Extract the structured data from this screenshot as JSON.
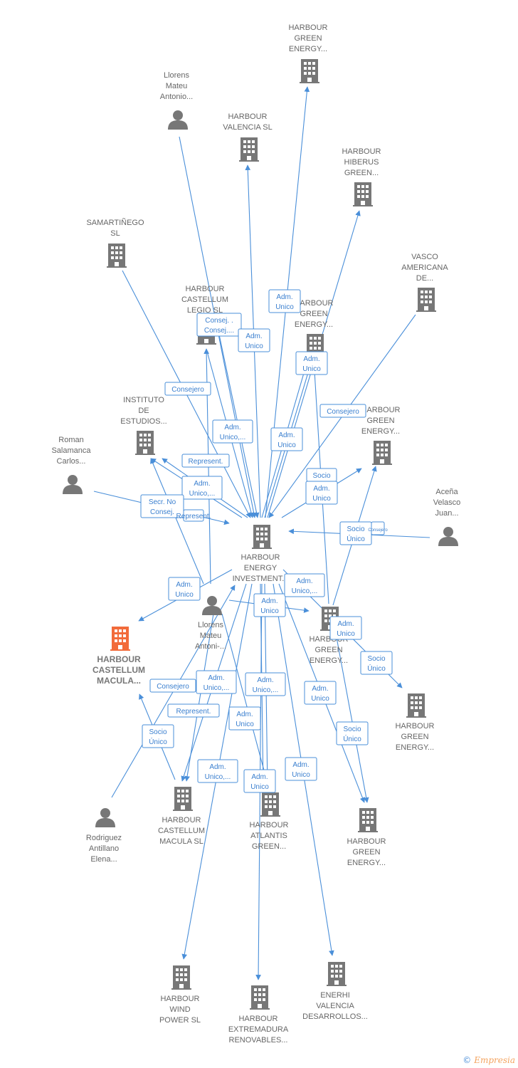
{
  "nodes": [
    {
      "id": "center",
      "type": "company",
      "lines": [
        "HARBOUR",
        "ENERGY",
        "INVESTMENT..."
      ]
    },
    {
      "id": "hge_top",
      "type": "company",
      "lines": [
        "HARBOUR",
        "GREEN",
        "ENERGY..."
      ]
    },
    {
      "id": "llorens_top",
      "type": "person",
      "lines": [
        "Llorens",
        "Mateu",
        "Antonio..."
      ]
    },
    {
      "id": "valencia",
      "type": "company",
      "lines": [
        "HARBOUR",
        "VALENCIA  SL"
      ]
    },
    {
      "id": "hiberus",
      "type": "company",
      "lines": [
        "HARBOUR",
        "HIBERUS",
        "GREEN..."
      ]
    },
    {
      "id": "samartinego",
      "type": "company",
      "lines": [
        "SAMARTIÑEGO",
        "SL"
      ]
    },
    {
      "id": "vasco",
      "type": "company",
      "lines": [
        "VASCO",
        "AMERICANA",
        "DE..."
      ]
    },
    {
      "id": "legio",
      "type": "company",
      "lines": [
        "HARBOUR",
        "CASTELLUM",
        "LEGIO  SL"
      ]
    },
    {
      "id": "hge_mid",
      "type": "company",
      "lines": [
        "HARBOUR",
        "GREEN",
        "ENERGY..."
      ]
    },
    {
      "id": "instituto",
      "type": "company",
      "lines": [
        "INSTITUTO",
        "DE",
        "ESTUDIOS..."
      ]
    },
    {
      "id": "roman",
      "type": "person",
      "lines": [
        "Roman",
        "Salamanca",
        "Carlos..."
      ]
    },
    {
      "id": "hge_right",
      "type": "company",
      "lines": [
        "HARBOUR",
        "GREEN",
        "ENERGY..."
      ]
    },
    {
      "id": "acena",
      "type": "person",
      "lines": [
        "Aceña",
        "Velasco",
        "Juan..."
      ]
    },
    {
      "id": "castellum_macula_focus",
      "type": "focus",
      "lines": [
        "HARBOUR",
        "CASTELLUM",
        "MACULA..."
      ]
    },
    {
      "id": "llorens_bottom",
      "type": "person",
      "lines": [
        "Llorens",
        "Mateu",
        "Antoni-..."
      ]
    },
    {
      "id": "hge_center_right",
      "type": "company",
      "lines": [
        "HARBOUR",
        "GREEN",
        "ENERGY..."
      ]
    },
    {
      "id": "hge_far_right",
      "type": "company",
      "lines": [
        "HARBOUR",
        "GREEN",
        "ENERGY..."
      ]
    },
    {
      "id": "rodriguez",
      "type": "person",
      "lines": [
        "Rodriguez",
        "Antillano",
        "Elena..."
      ]
    },
    {
      "id": "castellum_macula",
      "type": "company",
      "lines": [
        "HARBOUR",
        "CASTELLUM",
        "MACULA  SL"
      ]
    },
    {
      "id": "atlantis",
      "type": "company",
      "lines": [
        "HARBOUR",
        "ATLANTIS",
        "GREEN..."
      ]
    },
    {
      "id": "hge_bottom_right",
      "type": "company",
      "lines": [
        "HARBOUR",
        "GREEN",
        "ENERGY..."
      ]
    },
    {
      "id": "wind",
      "type": "company",
      "lines": [
        "HARBOUR",
        "WIND",
        "POWER  SL"
      ]
    },
    {
      "id": "extremadura",
      "type": "company",
      "lines": [
        "HARBOUR",
        "EXTREMADURA",
        "RENOVABLES..."
      ]
    },
    {
      "id": "enerhi",
      "type": "company",
      "lines": [
        "ENERHI",
        "VALENCIA",
        "DESARROLLOS..."
      ]
    }
  ],
  "edge_labels": [
    [
      "Adm.",
      "Unico"
    ],
    [
      "Consej. .",
      "Consej...."
    ],
    [
      "Adm.",
      "Unico"
    ],
    [
      "Adm.",
      "Unico"
    ],
    [
      "Consejero"
    ],
    [
      "Consejero"
    ],
    [
      "Adm.",
      "Unico,..."
    ],
    [
      "Adm.",
      "Unico"
    ],
    [
      "Represent."
    ],
    [
      "Adm.",
      "Unico,..."
    ],
    [
      "Socio"
    ],
    [
      "Adm.",
      "Unico"
    ],
    [
      "Secr.  No",
      "Consej."
    ],
    [
      "Represent."
    ],
    [
      "Socio",
      "Único"
    ],
    [
      "Consejero"
    ],
    [
      "Adm.",
      "Unico"
    ],
    [
      "Adm.",
      "Unico"
    ],
    [
      "Adm.",
      "Unico,..."
    ],
    [
      "Adm.",
      "Unico"
    ],
    [
      "Socio",
      "Único"
    ],
    [
      "Consejero"
    ],
    [
      "Adm.",
      "Unico,..."
    ],
    [
      "Adm.",
      "Unico,..."
    ],
    [
      "Represent."
    ],
    [
      "Adm.",
      "Unico"
    ],
    [
      "Socio",
      "Único"
    ],
    [
      "Adm.",
      "Unico"
    ],
    [
      "Socio",
      "Único"
    ],
    [
      "Adm.",
      "Unico,..."
    ],
    [
      "Adm.",
      "Unico"
    ],
    [
      "Adm.",
      "Unico"
    ]
  ],
  "colors": {
    "edge": "#4a8fd9",
    "node": "#777777",
    "focus": "#f26b3a"
  },
  "footer": {
    "copyright": "©",
    "brand": "Empresia"
  }
}
